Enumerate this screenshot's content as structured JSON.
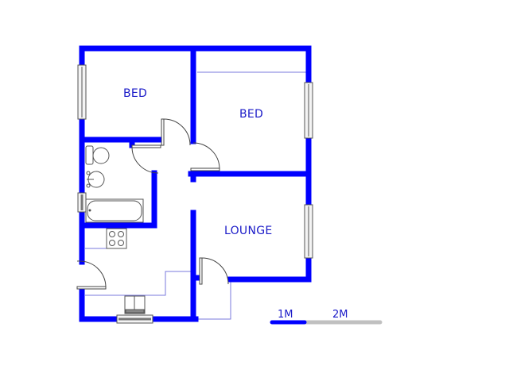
{
  "plan": {
    "rooms": [
      {
        "id": "bed-1",
        "label": "BED"
      },
      {
        "id": "bed-2",
        "label": "BED"
      },
      {
        "id": "lounge",
        "label": "LOUNGE"
      },
      {
        "id": "bathroom",
        "label": ""
      },
      {
        "id": "kitchen",
        "label": ""
      }
    ],
    "colors": {
      "wall": "#0000ff",
      "label": "#1a1ac8",
      "fixture": "#555555",
      "thin_line": "#7a7adc",
      "scale_grey": "#c0c0c0"
    }
  },
  "scale_bar": {
    "label_1": "1M",
    "label_2": "2M"
  }
}
